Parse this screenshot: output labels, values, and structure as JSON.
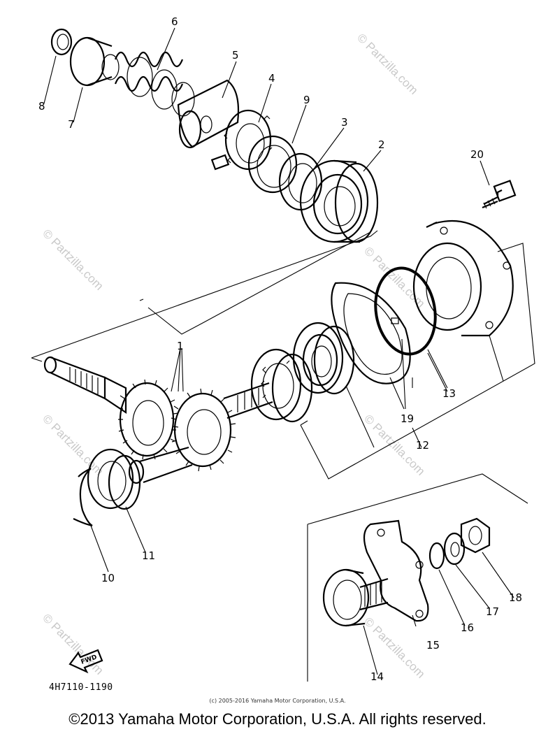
{
  "watermark": "© Partzilla.com",
  "callouts": [
    "1",
    "2",
    "3",
    "4",
    "5",
    "6",
    "7",
    "8",
    "9",
    "10",
    "11",
    "12",
    "13",
    "14",
    "15",
    "16",
    "17",
    "18",
    "19",
    "20"
  ],
  "fwd_label": "FWD",
  "diagram_code": "4H7110-1190",
  "small_copyright": "(c) 2005-2016 Yamaha Motor Corporation, U.S.A.",
  "footer": "©2013 Yamaha Motor Corporation, U.S.A. All rights reserved."
}
